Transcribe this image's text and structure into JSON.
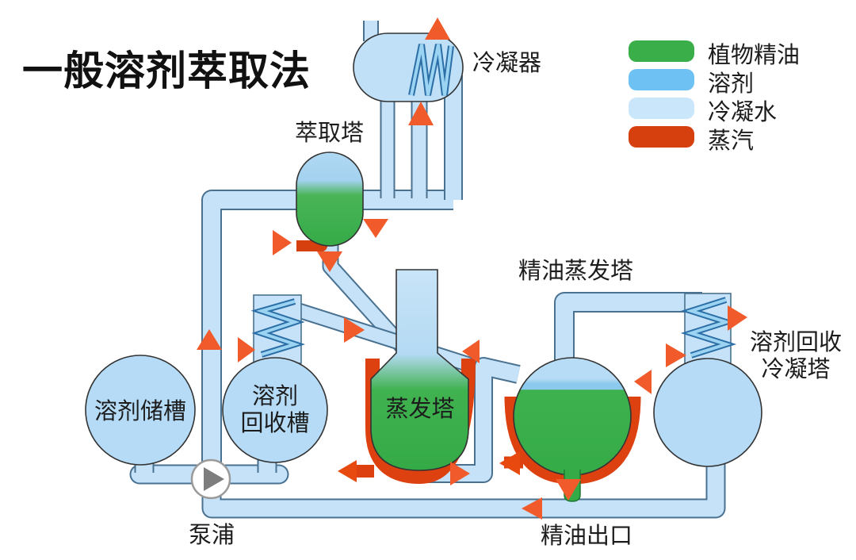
{
  "title": "一般溶剂萃取法",
  "legend": {
    "items": [
      {
        "label": "植物精油",
        "color": "#3aae49"
      },
      {
        "label": "溶剂",
        "color": "#6ec2f3"
      },
      {
        "label": "冷凝水",
        "color": "#c9e6fb"
      },
      {
        "label": "蒸汽",
        "color": "#d6400f"
      }
    ]
  },
  "labels": {
    "condenser": "冷凝器",
    "extraction_tower": "萃取塔",
    "oil_evaporation_tower": "精油蒸发塔",
    "solvent_recovery_condenser_line1": "溶剂回收",
    "solvent_recovery_condenser_line2": "冷凝塔",
    "evaporation_tower": "蒸发塔",
    "solvent_storage_tank": "溶剂储槽",
    "solvent_recovery_tank_line1": "溶剂",
    "solvent_recovery_tank_line2": "回收槽",
    "pump": "泵浦",
    "oil_outlet": "精油出口"
  },
  "colors": {
    "pipe_fill": "#c5e2f8",
    "pipe_outline": "#4a7290",
    "vessel_fill": "#b5dbf6",
    "oil_green": "#3bb04c",
    "steam_red": "#dd4110",
    "flow_arrow_orange": "#f15b2b",
    "coil_blue": "#2c6ea6",
    "pump_gray": "#7d7d7d"
  }
}
